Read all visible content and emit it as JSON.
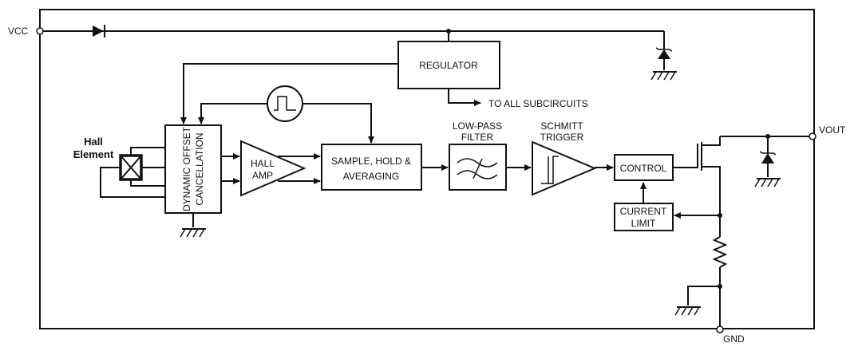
{
  "pins": {
    "vcc": "VCC",
    "vout": "VOUT",
    "gnd": "GND"
  },
  "blocks": {
    "hall_element": [
      "Hall",
      "Element"
    ],
    "offset_cancellation": [
      "DYNAMIC OFFSET",
      "CANCELLATION"
    ],
    "hall_amp": [
      "HALL",
      "AMP"
    ],
    "sample_hold": [
      "SAMPLE, HOLD &",
      "AVERAGING"
    ],
    "regulator": "REGULATOR",
    "to_subcircuits": "TO ALL SUBCIRCUITS",
    "low_pass_filter": [
      "LOW-PASS",
      "FILTER"
    ],
    "schmitt_trigger": [
      "SCHMITT",
      "TRIGGER"
    ],
    "control": "CONTROL",
    "current_limit": [
      "CURRENT",
      "LIMIT"
    ]
  }
}
